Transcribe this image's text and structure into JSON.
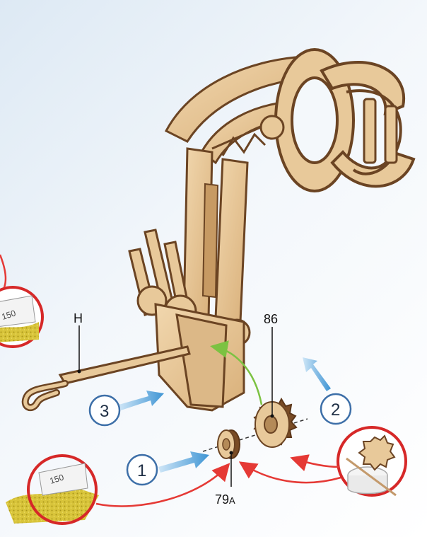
{
  "steps": [
    {
      "number": "1"
    },
    {
      "number": "2"
    },
    {
      "number": "3"
    }
  ],
  "parts": {
    "hook_label": "H",
    "gear_label": "86",
    "spacer_label_main": "79",
    "spacer_label_sub": "A"
  },
  "tools": {
    "sandpaper_grit_a": "150",
    "sandpaper_grit_b": "150"
  },
  "colors": {
    "blue_arrow": "#4a9fd8",
    "red_arrow": "#e53935",
    "green_arrow": "#7cc242",
    "wood_light": "#e8c99a",
    "wood_dark": "#6b4423",
    "circle_red": "#d62828",
    "step_circle": "#3d6fa8"
  }
}
